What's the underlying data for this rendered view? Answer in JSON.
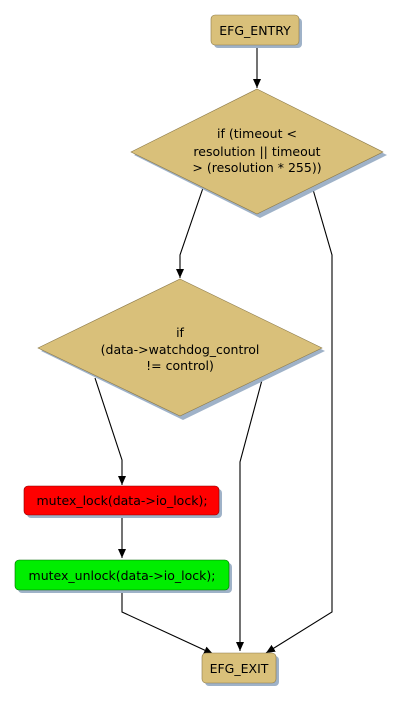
{
  "colors": {
    "terminal_fill": "#D9C07A",
    "decision_fill": "#D9C07A",
    "lock_fill": "#FF0000",
    "unlock_fill": "#00EE00",
    "shadow": "#9FB2C8",
    "edge": "#000000"
  },
  "nodes": {
    "entry": {
      "label": "EFG_ENTRY"
    },
    "cond_timeout": {
      "lines": [
        "if (timeout <",
        "resolution || timeout",
        "> (resolution * 255))"
      ]
    },
    "cond_watchdog": {
      "lines": [
        "if",
        "(data->watchdog_control",
        "!= control)"
      ]
    },
    "mutex_lock": {
      "label": "mutex_lock(data->io_lock);"
    },
    "mutex_unlock": {
      "label": "mutex_unlock(data->io_lock);"
    },
    "exit": {
      "label": "EFG_EXIT"
    }
  }
}
